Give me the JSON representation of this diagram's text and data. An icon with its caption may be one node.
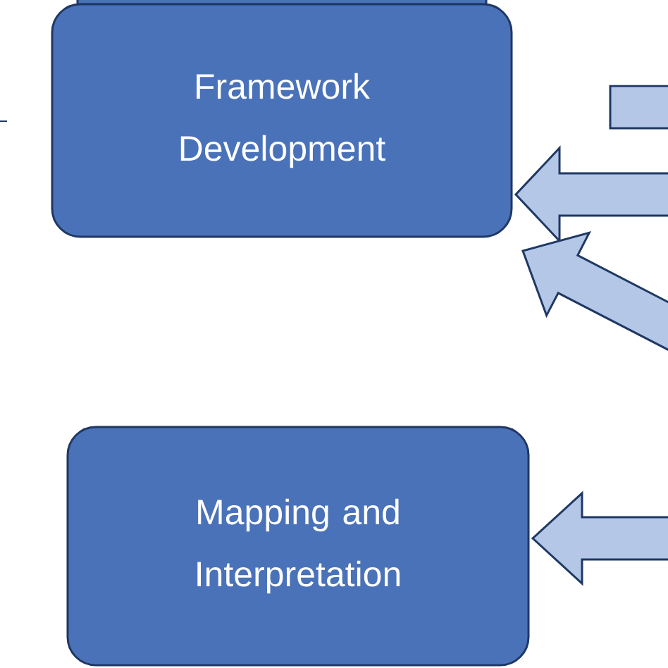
{
  "diagram": {
    "nodes": [
      {
        "text": [
          "Framework Development"
        ]
      },
      {
        "text": [
          "Mapping and Interpretation"
        ]
      }
    ],
    "edges": [
      {
        "from": null,
        "to": 0,
        "arrow": "to"
      },
      {
        "from": null,
        "to": 0,
        "arrow": "to"
      },
      {
        "from": null,
        "to": 1,
        "arrow": "to"
      }
    ]
  }
}
